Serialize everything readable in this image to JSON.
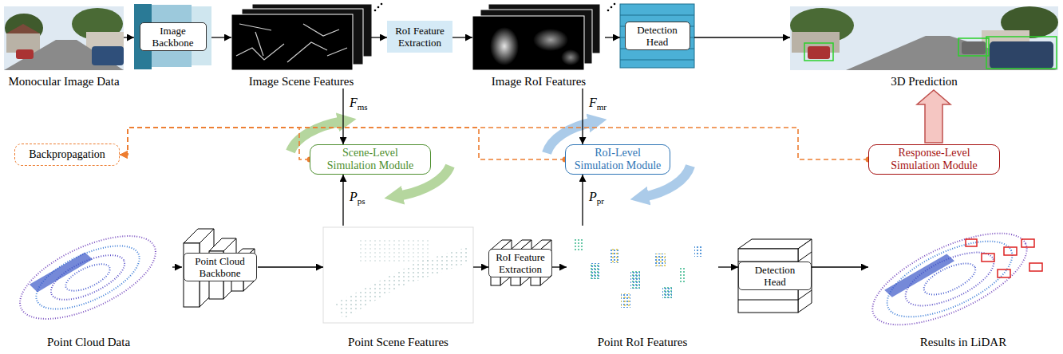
{
  "diagram": {
    "nodes": [
      {
        "text": [
          "Monocular Image Data"
        ]
      },
      {
        "text": [
          "Image Backbone"
        ]
      },
      {
        "text": [
          "Image Scene Features"
        ]
      },
      {
        "text": [
          "RoI Feature Extraction"
        ]
      },
      {
        "text": [
          "Image RoI Features"
        ]
      },
      {
        "text": [
          "Detection Head"
        ]
      },
      {
        "text": [
          "3D Prediction"
        ]
      },
      {
        "text": [
          "Backpropagation"
        ]
      },
      {
        "text": [
          "Scene-Level Simulation Module"
        ]
      },
      {
        "text": [
          "RoI-Level Simulation Module"
        ]
      },
      {
        "text": [
          "Response-Level Simulation Module"
        ]
      },
      {
        "text": [
          "Point Cloud Data"
        ]
      },
      {
        "text": [
          "Point Cloud Backbone"
        ]
      },
      {
        "text": [
          "Point Scene Features"
        ]
      },
      {
        "text": [
          "RoI Feature Extraction"
        ]
      },
      {
        "text": [
          "Point RoI Features"
        ]
      },
      {
        "text": [
          "Detection Head"
        ]
      },
      {
        "text": [
          "Results in LiDAR"
        ]
      }
    ],
    "edges": [
      {
        "from": 0,
        "to": 1,
        "arrow": "to"
      },
      {
        "from": 1,
        "to": 2,
        "arrow": "to"
      },
      {
        "from": 2,
        "to": 3,
        "arrow": "to"
      },
      {
        "from": 3,
        "to": 4,
        "arrow": "to"
      },
      {
        "from": 4,
        "to": 5,
        "arrow": "to"
      },
      {
        "from": 5,
        "to": 6,
        "arrow": "to"
      },
      {
        "from": 2,
        "to": 8,
        "arrow": "to",
        "label": "Fms"
      },
      {
        "from": 4,
        "to": 9,
        "arrow": "to",
        "label": "Fmr"
      },
      {
        "from": 8,
        "to": 7,
        "arrow": "to"
      },
      {
        "from": 9,
        "to": 7,
        "arrow": "to"
      },
      {
        "from": 10,
        "to": 7,
        "arrow": "to"
      },
      {
        "from": 10,
        "to": 6,
        "arrow": "to"
      },
      {
        "from": 11,
        "to": 12,
        "arrow": "to"
      },
      {
        "from": 12,
        "to": 13,
        "arrow": "to"
      },
      {
        "from": 13,
        "to": 14,
        "arrow": "to"
      },
      {
        "from": 14,
        "to": 15,
        "arrow": "to"
      },
      {
        "from": 15,
        "to": 16,
        "arrow": "to"
      },
      {
        "from": 16,
        "to": 17,
        "arrow": "to"
      },
      {
        "from": 13,
        "to": 8,
        "arrow": "to",
        "label": "Pps"
      },
      {
        "from": 15,
        "to": 9,
        "arrow": "to",
        "label": "Ppr"
      }
    ]
  }
}
